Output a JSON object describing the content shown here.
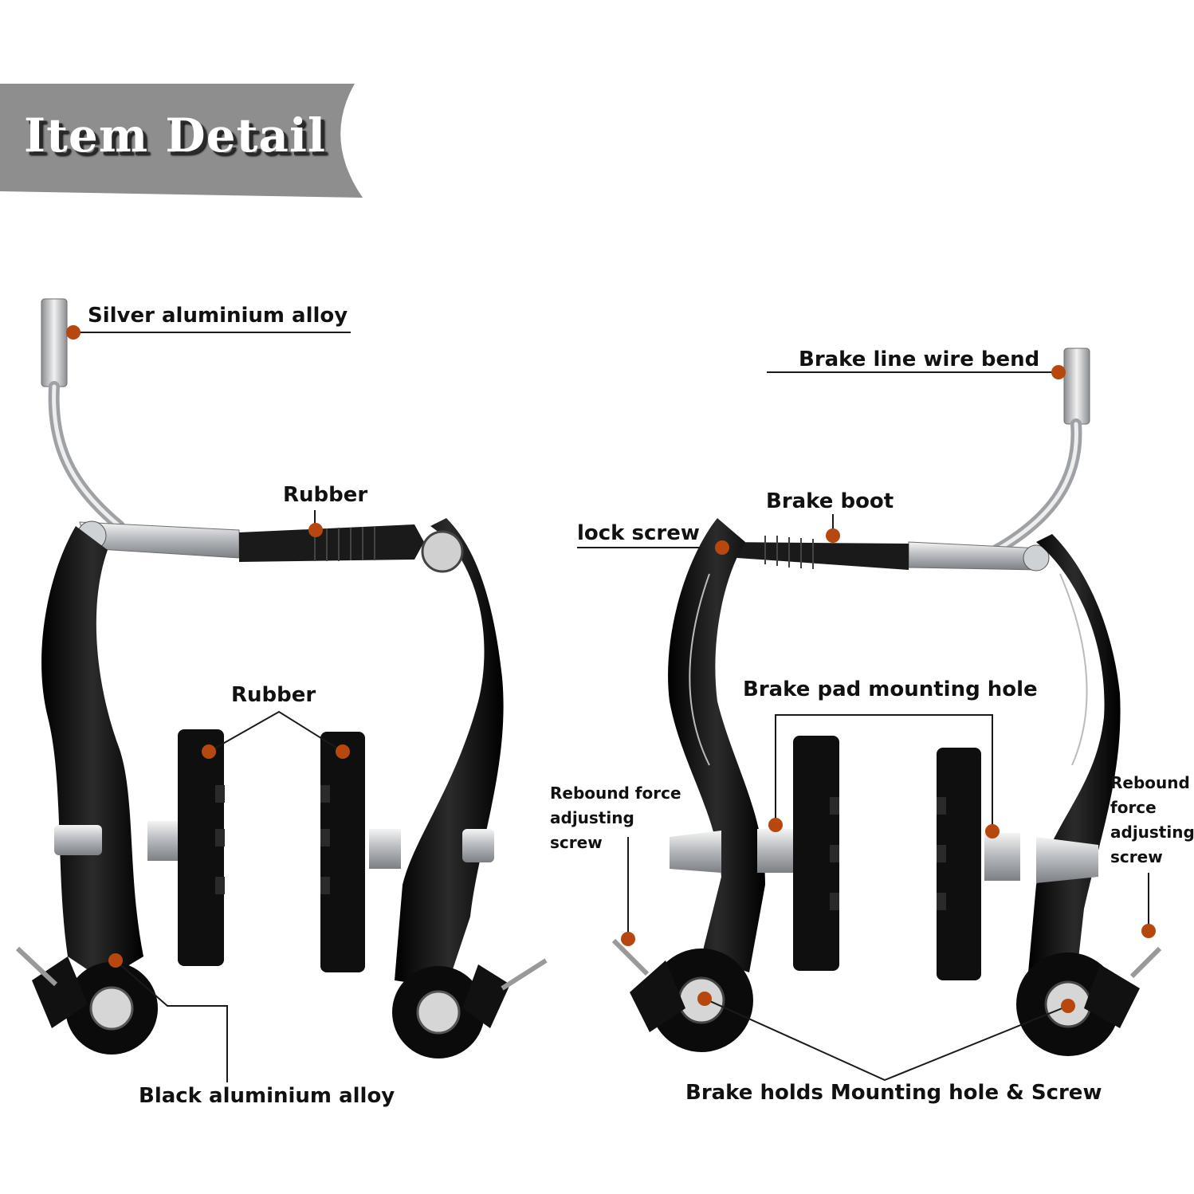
{
  "banner": {
    "title": "Item Detail",
    "color": "#8e8e8e"
  },
  "labels": {
    "silver_alloy": "Silver aluminium alloy",
    "rubber_top": "Rubber",
    "rubber_pads": "Rubber",
    "black_alloy": "Black aluminium alloy",
    "wire_bend": "Brake line wire bend",
    "brake_boot": "Brake boot",
    "lock_screw": "lock screw",
    "pad_mount_hole": "Brake pad mounting hole",
    "rebound_left": "Rebound force adjusting screw",
    "rebound_right": "Rebound force adjusting screw",
    "holds_mount": "Brake holds Mounting hole & Screw"
  },
  "colors": {
    "marker": "#b5470f",
    "arm": "#0d0d0d",
    "silver": "#c9ccd0",
    "line": "#1a1a1a"
  }
}
